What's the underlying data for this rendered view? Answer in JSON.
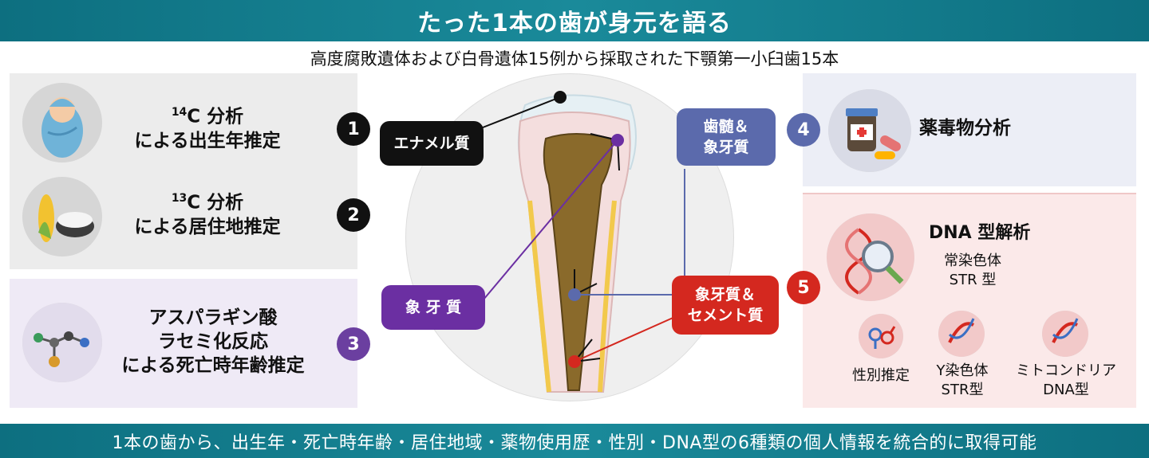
{
  "title": "たった1本の歯が身元を語る",
  "subtitle": "高度腐敗遺体および白骨遺体15例から採取された下顎第一小臼歯15本",
  "footer": "1本の歯から、出生年・死亡時年齢・居住地域・薬物使用歴・性別・DNA型の6種類の個人情報を統合的に取得可能",
  "items": [
    {
      "num": "1",
      "sup": "14",
      "line1_rest": "C 分析",
      "line2": "による出生年推定",
      "icon": "baby-icon"
    },
    {
      "num": "2",
      "sup": "13",
      "line1_rest": "C 分析",
      "line2": "による居住地推定",
      "icon": "corn-rice-icon"
    },
    {
      "num": "3",
      "line1": "アスパラギン酸",
      "line2": "ラセミ化反応",
      "line3": "による死亡時年齢推定",
      "icon": "molecule-icon"
    },
    {
      "num": "4",
      "label": "薬毒物分析",
      "icon": "medicine-icon"
    },
    {
      "num": "5",
      "label": "DNA 型解析",
      "icon": "dna-magnifier-icon"
    }
  ],
  "tags": {
    "enamel": "エナメル質",
    "dentin": "象 牙 質",
    "pulp_line1": "歯髄＆",
    "pulp_line2": "象牙質",
    "cement_line1": "象牙質＆",
    "cement_line2": "セメント質"
  },
  "dna": {
    "autosomal_line1": "常染色体",
    "autosomal_line2": "STR 型",
    "sex": "性別推定",
    "y_line1": "Y染色体",
    "y_line2": "STR型",
    "mito_line1": "ミトコンドリア",
    "mito_line2": "DNA型"
  },
  "colors": {
    "teal": "#0d6f80",
    "black": "#111111",
    "purple": "#6b2fa2",
    "blue": "#5b6aac",
    "red": "#d4281f"
  }
}
